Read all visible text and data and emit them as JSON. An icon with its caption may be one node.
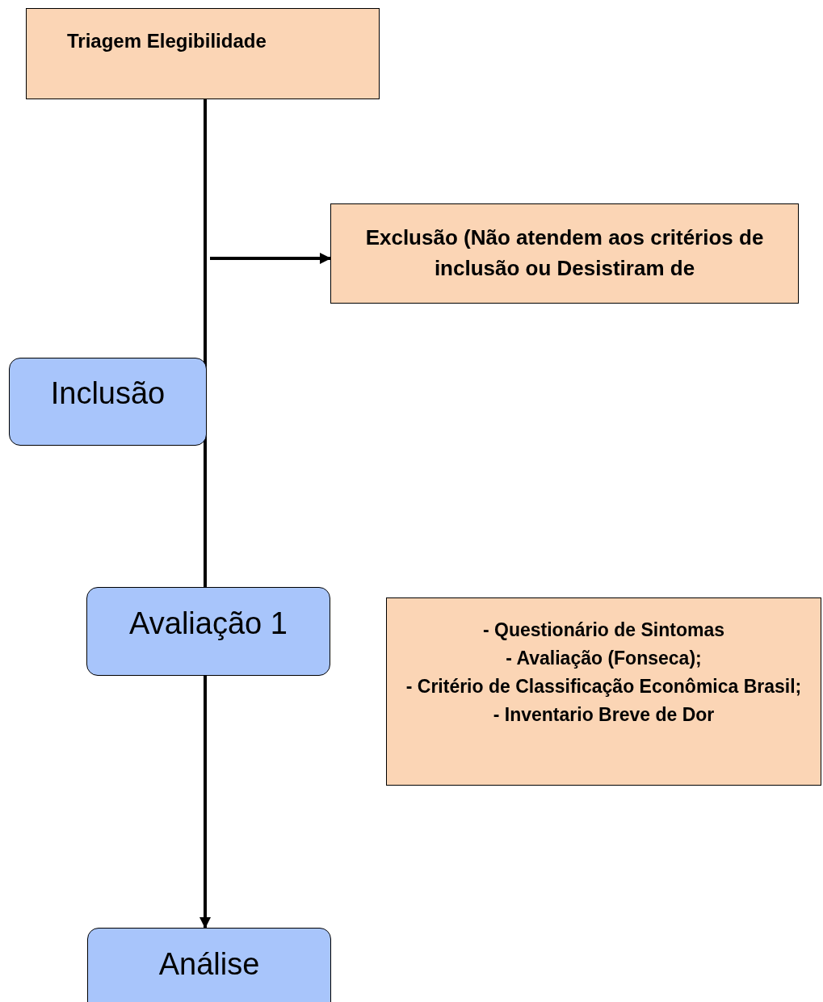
{
  "diagram": {
    "nodes": [
      {
        "text": [
          "Triagem Elegibilidade"
        ]
      },
      {
        "text": [
          "Exclusão (Não atendem aos critérios de inclusão ou Desistiram de"
        ]
      },
      {
        "text": [
          "Inclusão"
        ]
      },
      {
        "text": [
          "Avaliação 1"
        ]
      },
      {
        "text": [
          "- Questionário de Sintomas",
          "- Avaliação (Fonseca);",
          "- Critério de Classificação Econômica Brasil;",
          "- Inventario Breve de Dor"
        ]
      },
      {
        "text": [
          "Análise"
        ]
      }
    ],
    "edges": [
      {
        "from": 0,
        "to": 3,
        "arrow": "none"
      },
      {
        "from": null,
        "to": 1,
        "arrow": "to"
      },
      {
        "from": 3,
        "to": 5,
        "arrow": "to"
      }
    ]
  }
}
